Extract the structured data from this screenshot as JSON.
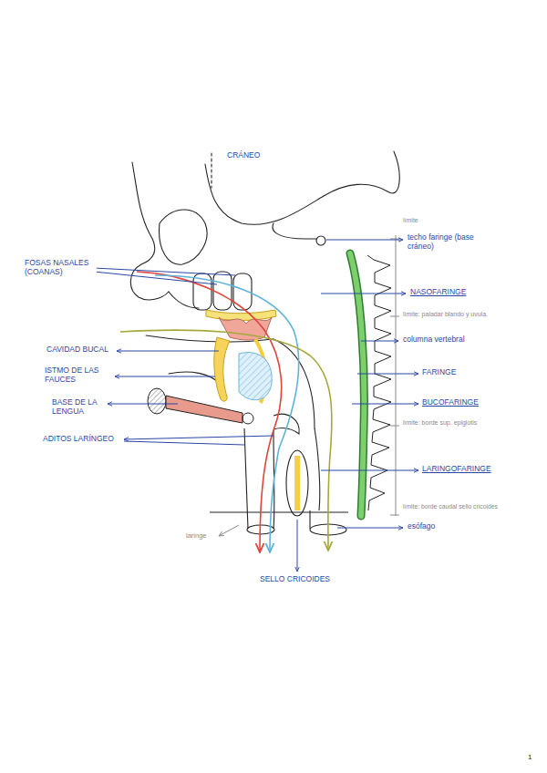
{
  "diagram": {
    "labels": [
      "CRÁNEO",
      "FOSAS NASALES (COANAS)",
      "CAVIDAD BUCAL",
      "ISTMO DE LAS FAUCES",
      "BASE DE LA LENGUA",
      "ADITOS LARÍNGEO",
      "límite",
      "techo faringe (base cráneo)",
      "NASOFARINGE",
      "límite: paladar blando y úvula.",
      "columna vertebral",
      "FARINGE",
      "BUCOFARINGE",
      "límite: borde sup. epiglotis",
      "LARINGOFARINGE",
      "límite: borde caudal sello cricoides",
      "esófago",
      "laringe",
      "SELLO CRICOIDES",
      "1"
    ]
  }
}
